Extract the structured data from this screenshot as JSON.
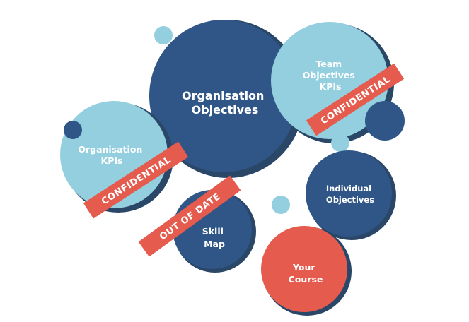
{
  "colors": {
    "dark_blue": "#2f5687",
    "light_blue": "#93cfdf",
    "coral": "#e55b4d",
    "shadow": "#2a4768"
  },
  "nodes": {
    "organisation_objectives": {
      "line1": "Organisation",
      "line2": "Objectives"
    },
    "team_objectives": {
      "line1": "Team",
      "line2": "Objectives",
      "line3": "KPIs"
    },
    "organisation_kpis": {
      "line1": "Organisation",
      "line2": "KPIs"
    },
    "individual_objectives": {
      "line1": "Individual",
      "line2": "Objectives"
    },
    "skill_map": {
      "line1": "Skill",
      "line2": "Map"
    },
    "your_course": {
      "line1": "Your",
      "line2": "Course"
    }
  },
  "banners": {
    "team_confidential": "CONFIDENTIAL",
    "kpi_confidential": "CONFIDENTIAL",
    "skill_out_of_date": "OUT OF DATE"
  }
}
